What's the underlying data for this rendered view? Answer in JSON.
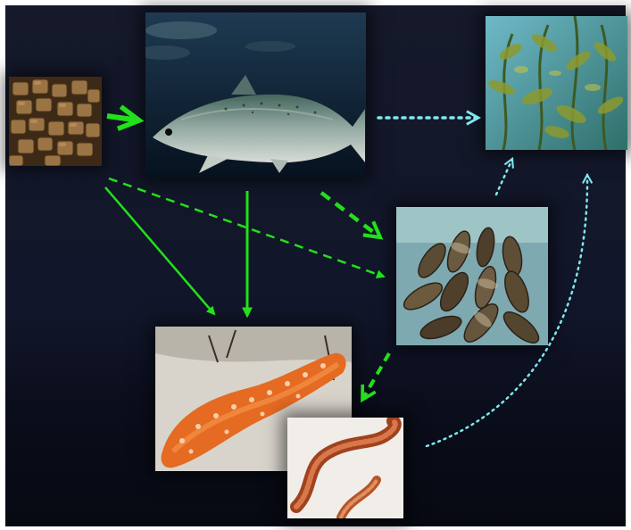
{
  "diagram": {
    "description_free": true,
    "nodes": [
      {
        "id": "fish-feed",
        "icon": "feed-pellets-image"
      },
      {
        "id": "salmon",
        "icon": "salmon-image"
      },
      {
        "id": "kelp",
        "icon": "kelp-image"
      },
      {
        "id": "mussels",
        "icon": "mussels-image"
      },
      {
        "id": "sea-cucumber",
        "icon": "sea-cucumber-image"
      },
      {
        "id": "worm",
        "icon": "polychaete-worm-image"
      }
    ],
    "edges": [
      {
        "from": "fish-feed",
        "to": "salmon",
        "style": "solid-bold",
        "color": "#22e01a"
      },
      {
        "from": "fish-feed",
        "to": "sea-cucumber",
        "style": "solid",
        "color": "#22e01a"
      },
      {
        "from": "fish-feed",
        "to": "mussels",
        "style": "dashed",
        "color": "#22e01a"
      },
      {
        "from": "salmon",
        "to": "sea-cucumber",
        "style": "solid",
        "color": "#22e01a"
      },
      {
        "from": "salmon",
        "to": "mussels",
        "style": "dashed-bold",
        "color": "#22e01a"
      },
      {
        "from": "salmon",
        "to": "kelp",
        "style": "dotted",
        "color": "#7fe7ee"
      },
      {
        "from": "mussels",
        "to": "kelp",
        "style": "dotted",
        "color": "#7fe7ee"
      },
      {
        "from": "mussels",
        "to": "sea-cucumber",
        "style": "dashed-bold",
        "color": "#22e01a"
      },
      {
        "from": "worm",
        "to": "kelp",
        "style": "dotted",
        "color": "#7fe7ee"
      }
    ]
  },
  "colors": {
    "background": "#13182b",
    "organic_flow": "#22e01a",
    "inorganic_flow": "#7fe7ee"
  }
}
